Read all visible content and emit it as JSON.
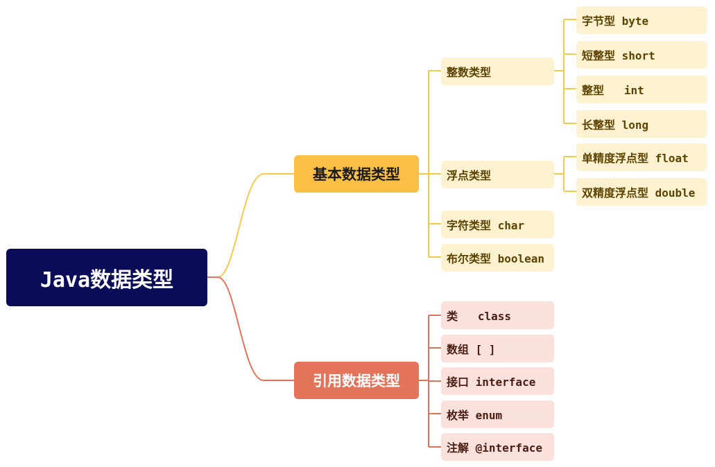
{
  "mindmap": {
    "root": {
      "label": "Java数据类型"
    },
    "primitive": {
      "label": "基本数据类型",
      "integer": {
        "label": "整数类型",
        "items": [
          "字节型 byte",
          "短整型 short",
          "整型   int",
          "长整型 long"
        ]
      },
      "floating": {
        "label": "浮点类型",
        "items": [
          "单精度浮点型 float",
          "双精度浮点型 double"
        ]
      },
      "char": {
        "label": "字符类型 char"
      },
      "boolean": {
        "label": "布尔类型 boolean"
      }
    },
    "reference": {
      "label": "引用数据类型",
      "items": [
        "类   class",
        "数组 [ ]",
        "接口 interface",
        "枚举 enum",
        "注解 @interface"
      ]
    }
  },
  "colors": {
    "root_fill": "#0a0c57",
    "primitive_fill": "#fbbf45",
    "primitive_leaf": "#fff2d1",
    "primitive_line": "#f7c94d",
    "reference_fill": "#e47459",
    "reference_leaf": "#fbe1dc",
    "reference_line": "#e2725a"
  }
}
